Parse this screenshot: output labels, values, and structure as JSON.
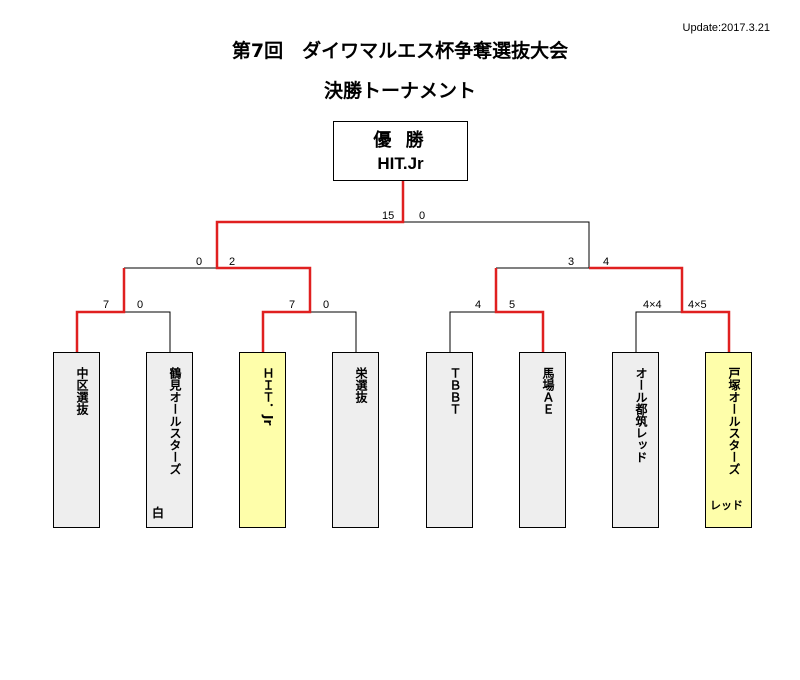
{
  "update": "Update:2017.3.21",
  "title_line1": "第7回　ダイワマルエス杯争奪選抜大会",
  "title_line2": "決勝トーナメント",
  "champion": {
    "label": "優 勝",
    "team": "HIT.Jr"
  },
  "colors": {
    "winner_line": "#e02020",
    "normal_line": "#000000",
    "highlight_box": "#fefeaa",
    "box": "#eeeeee"
  },
  "scores": {
    "final_left": "15",
    "final_right": "0",
    "semi1_left": "0",
    "semi1_right": "2",
    "semi2_left": "3",
    "semi2_right": "4",
    "qf1_left": "7",
    "qf1_right": "0",
    "qf2_left": "7",
    "qf2_right": "0",
    "qf3_left": "4",
    "qf3_right": "5",
    "qf4_left": "4×4",
    "qf4_right": "4×5"
  },
  "teams": [
    {
      "name": "中区選抜",
      "sub": ""
    },
    {
      "name": "鶴見オールスターズ",
      "sub": "白"
    },
    {
      "name": "ＨＩＴ．Jr",
      "sub": ""
    },
    {
      "name": "栄選抜",
      "sub": ""
    },
    {
      "name": "ＴＢＢＴ",
      "sub": ""
    },
    {
      "name": "馬場ＡＥ",
      "sub": ""
    },
    {
      "name": "オール都筑レッド",
      "sub": ""
    },
    {
      "name": "戸塚オールスターズ",
      "sub": "レッド"
    }
  ]
}
